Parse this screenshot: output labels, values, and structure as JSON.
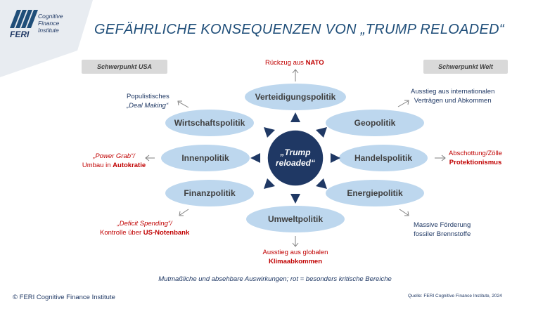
{
  "logo": {
    "name": "FERI",
    "tagline": [
      "Cognitive",
      "Finance",
      "Institute"
    ]
  },
  "title": "GEFÄHRLICHE KONSEQUENZEN VON „TRUMP RELOADED“",
  "labels": {
    "usa": "Schwerpunkt USA",
    "welt": "Schwerpunkt Welt"
  },
  "center": {
    "line1": "„Trump",
    "line2": "reloaded“"
  },
  "policies": {
    "verteidigung": "Verteidigungspolitik",
    "wirtschaft": "Wirtschaftspolitik",
    "geo": "Geopolitik",
    "innen": "Innenpolitik",
    "handel": "Handelspolitik",
    "finanz": "Finanzpolitik",
    "energie": "Energiepolitik",
    "umwelt": "Umweltpolitik"
  },
  "notes": {
    "nato": {
      "prefix": "Rückzug aus ",
      "bold": "NATO"
    },
    "populist": {
      "line1": "Populistisches",
      "line2": "„Deal Making“"
    },
    "ausstieg": {
      "line1": "Ausstieg aus internationalen",
      "line2": "Verträgen und Abkommen"
    },
    "powergrab": {
      "line1": "„Power Grab“/",
      "line2_prefix": "Umbau in ",
      "line2_bold": "Autokratie"
    },
    "abschottung": {
      "line1": "Abschottung/Zölle",
      "line2": "Protektionismus"
    },
    "deficit": {
      "line1": "„Deficit Spending“/",
      "line2_prefix": "Kontrolle über ",
      "line2_bold": "US-Notenbank"
    },
    "foerderung": {
      "line1": "Massive Förderung",
      "line2": "fossiler Brennstoffe"
    },
    "klima": {
      "line1": "Ausstieg aus globalen",
      "line2": "Klimaabkommen"
    }
  },
  "caption": "Mutmaßliche und absehbare Auswirkungen; rot = besonders kritische Bereiche",
  "footer": {
    "copyright": "© FERI Cognitive Finance Institute",
    "source": "Quelle: FERI Cognitive Finance Institute, 2024"
  },
  "colors": {
    "ellipse": "#bdd7ee",
    "center": "#1f3864",
    "critical": "#c00000",
    "text": "#1f3864"
  }
}
